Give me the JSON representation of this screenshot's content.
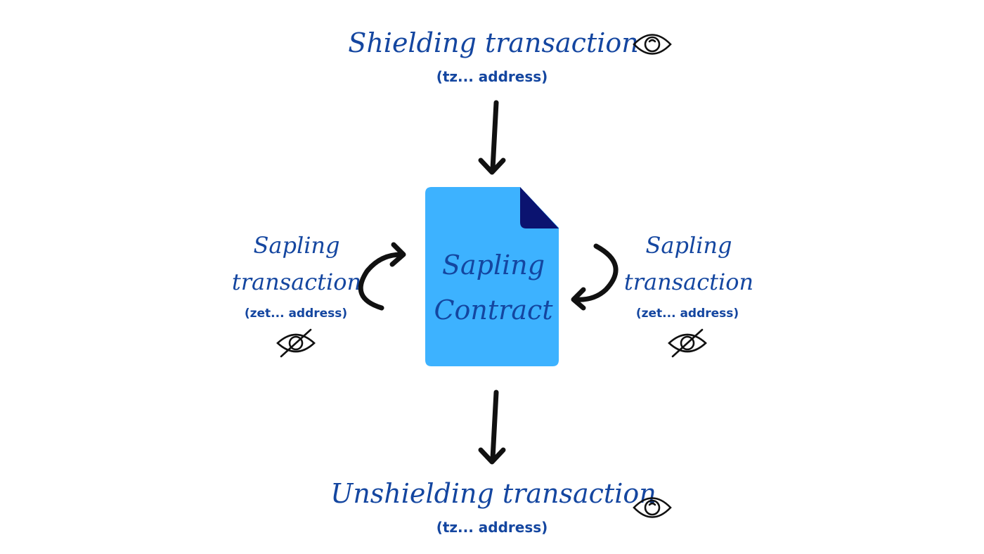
{
  "top": {
    "title": "Shielding transaction",
    "subtitle": "(tz... address)",
    "icon": "eye-icon"
  },
  "bottom": {
    "title": "Unshielding transaction",
    "subtitle": "(tz... address)",
    "icon": "eye-icon"
  },
  "left": {
    "title_line1": "Sapling",
    "title_line2": "transaction",
    "subtitle": "(zet... address)",
    "icon": "eye-slash-icon"
  },
  "right": {
    "title_line1": "Sapling",
    "title_line2": "transaction",
    "subtitle": "(zet... address)",
    "icon": "eye-slash-icon"
  },
  "contract": {
    "line1": "Sapling",
    "line2": "Contract",
    "icon": "document-icon"
  },
  "colors": {
    "text": "#1446a0",
    "document": "#3db2ff",
    "fold": "#0b1370",
    "arrow": "#111111"
  }
}
